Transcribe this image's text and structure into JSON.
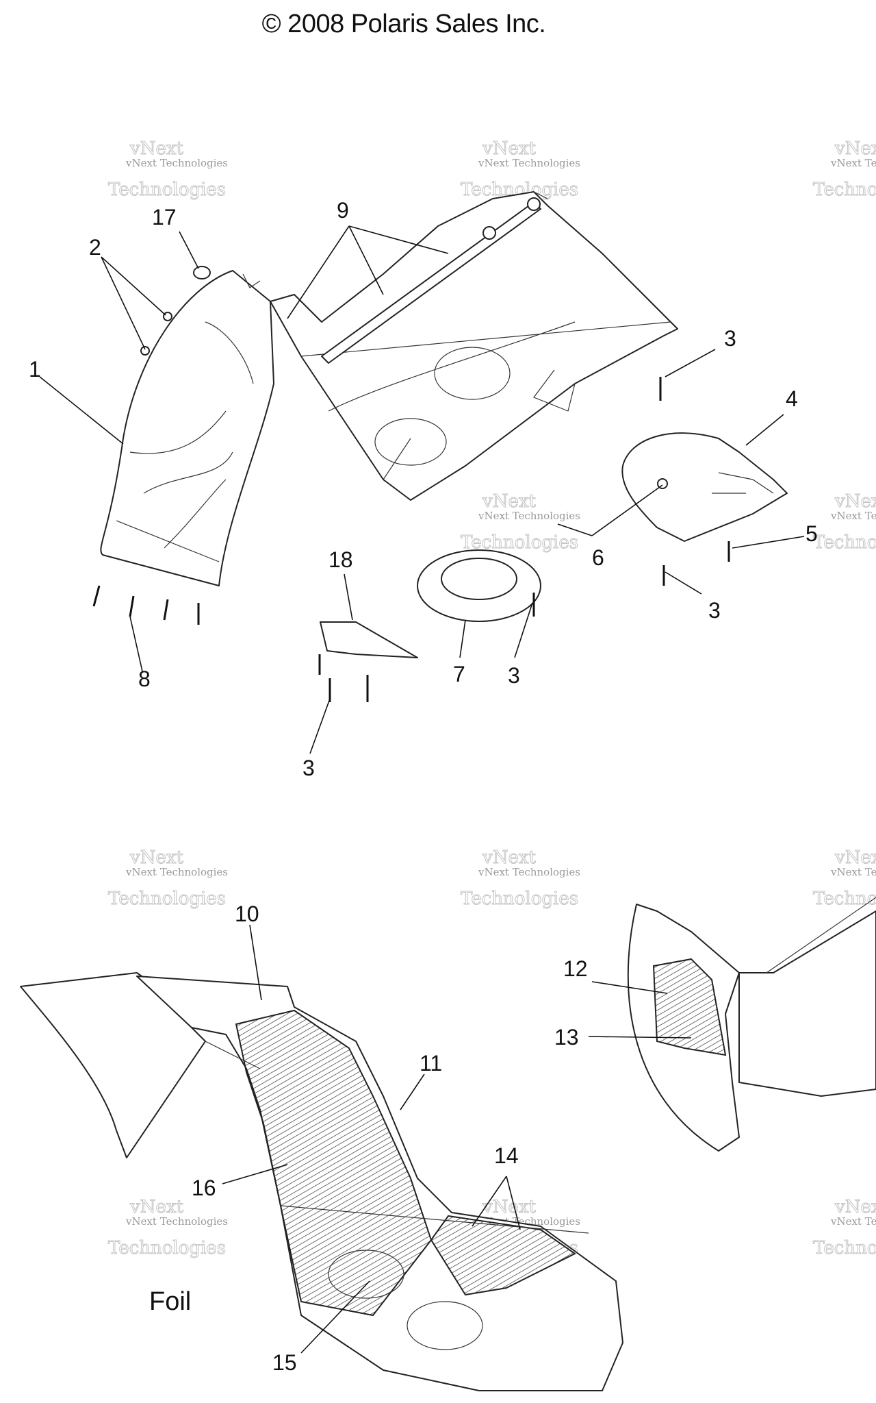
{
  "copyright": "© 2008 Polaris Sales Inc.",
  "watermark": {
    "line1": "vNext Technologies",
    "line2": "Technologies",
    "line3": "vNext"
  },
  "foil_label": "Foil",
  "callouts": [
    {
      "id": "c1",
      "text": "1"
    },
    {
      "id": "c2",
      "text": "2"
    },
    {
      "id": "c17",
      "text": "17"
    },
    {
      "id": "c9",
      "text": "9"
    },
    {
      "id": "c3a",
      "text": "3"
    },
    {
      "id": "c4",
      "text": "4"
    },
    {
      "id": "c5",
      "text": "5"
    },
    {
      "id": "c6",
      "text": "6"
    },
    {
      "id": "c3b",
      "text": "3"
    },
    {
      "id": "c18",
      "text": "18"
    },
    {
      "id": "c7",
      "text": "7"
    },
    {
      "id": "c3c",
      "text": "3"
    },
    {
      "id": "c8",
      "text": "8"
    },
    {
      "id": "c3d",
      "text": "3"
    },
    {
      "id": "c10",
      "text": "10"
    },
    {
      "id": "c11",
      "text": "11"
    },
    {
      "id": "c12",
      "text": "12"
    },
    {
      "id": "c13",
      "text": "13"
    },
    {
      "id": "c14",
      "text": "14"
    },
    {
      "id": "c16",
      "text": "16"
    },
    {
      "id": "c15",
      "text": "15"
    }
  ]
}
